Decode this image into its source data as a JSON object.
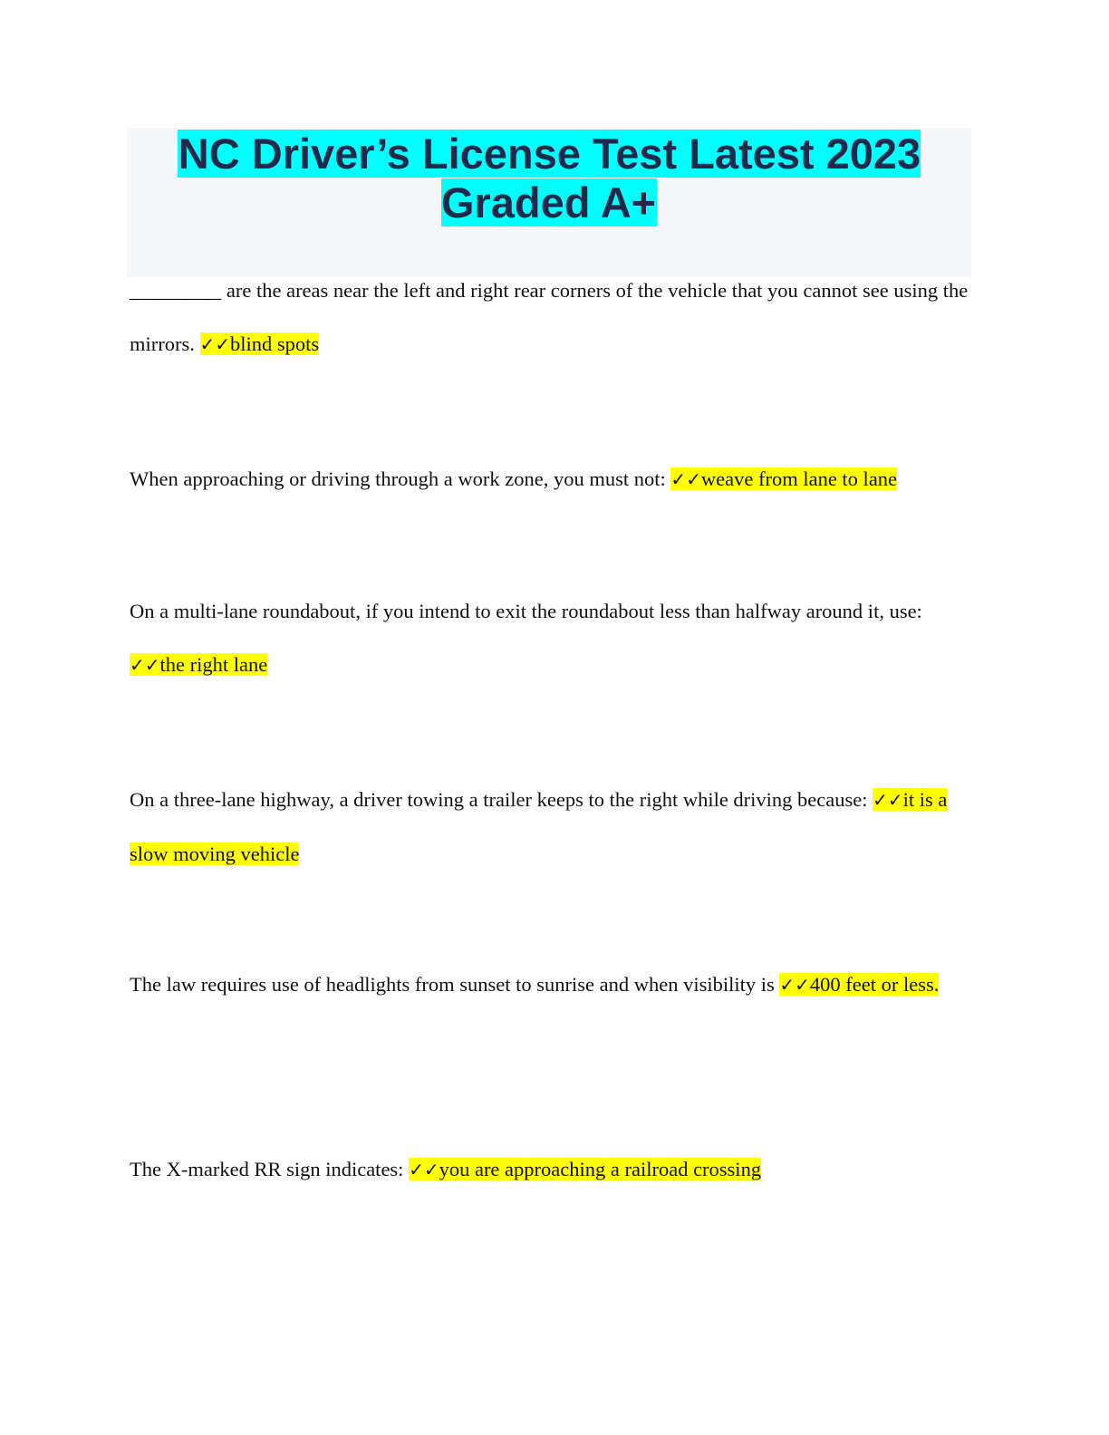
{
  "document": {
    "title": "NC Driver’s License Test Latest 2023 Graded A+",
    "check_mark": "✓✓",
    "items": [
      {
        "question": "_________ are the areas near the left and right rear corners of the vehicle that you cannot see using the mirrors. ",
        "answer": "blind spots"
      },
      {
        "question": "When approaching or driving through a work zone, you must not: ",
        "answer": "weave from lane to lane"
      },
      {
        "question": "On a multi-lane roundabout, if you intend to exit the roundabout less than halfway around it, use: ",
        "answer": "the right lane"
      },
      {
        "question": "On a three-lane highway, a driver towing a trailer keeps to the right while driving because: ",
        "answer": "it is a slow moving vehicle"
      },
      {
        "question": "The law requires use of headlights from sunset to sunrise and when visibility is ",
        "answer": "400 feet or less."
      },
      {
        "question": "The X-marked RR sign indicates: ",
        "answer": "you are approaching a railroad crossing"
      }
    ]
  }
}
